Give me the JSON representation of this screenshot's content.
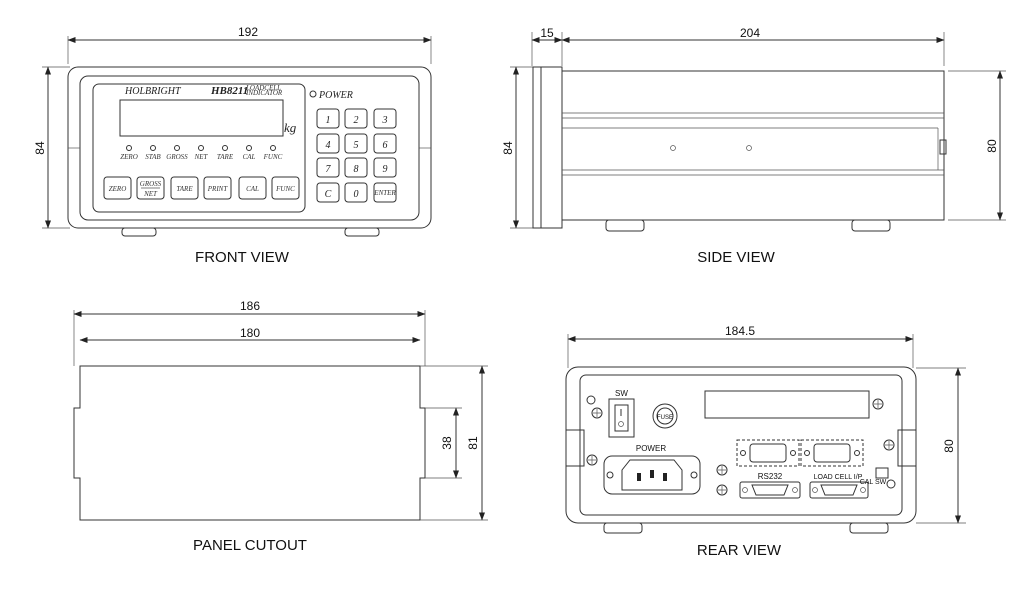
{
  "views": {
    "front": {
      "caption": "FRONT VIEW",
      "width_dim": "192",
      "height_dim": "84",
      "brand": "HOLBRIGHT",
      "model": "HB8211",
      "model_sub": [
        "LOADCELL",
        "INDICATOR"
      ],
      "power_label": "POWER",
      "unit": "kg",
      "indicators": [
        "ZERO",
        "STAB",
        "GROSS",
        "NET",
        "TARE",
        "CAL",
        "FUNC"
      ],
      "func_keys": [
        "ZERO",
        "GROSS",
        "NET",
        "TARE",
        "PRINT",
        "CAL",
        "FUNC"
      ],
      "keypad": [
        "1",
        "2",
        "3",
        "4",
        "5",
        "6",
        "7",
        "8",
        "9",
        "C",
        "0",
        "ENTER"
      ]
    },
    "side": {
      "caption": "SIDE VIEW",
      "depth_front_dim": "15",
      "depth_dim": "204",
      "height_left_dim": "84",
      "height_right_dim": "80"
    },
    "cutout": {
      "caption": "PANEL CUTOUT",
      "outer_width_dim": "186",
      "inner_width_dim": "180",
      "inner_height_dim": "38",
      "outer_height_dim": "81"
    },
    "rear": {
      "caption": "REAR VIEW",
      "width_dim": "184.5",
      "height_dim": "80",
      "sw_label": "SW",
      "fuse_label": "FUSE",
      "power_label": "POWER",
      "rs232_label": "RS232",
      "loadcell_label": "LOAD CELL I/P",
      "calsw_label": "CAL SW"
    }
  }
}
